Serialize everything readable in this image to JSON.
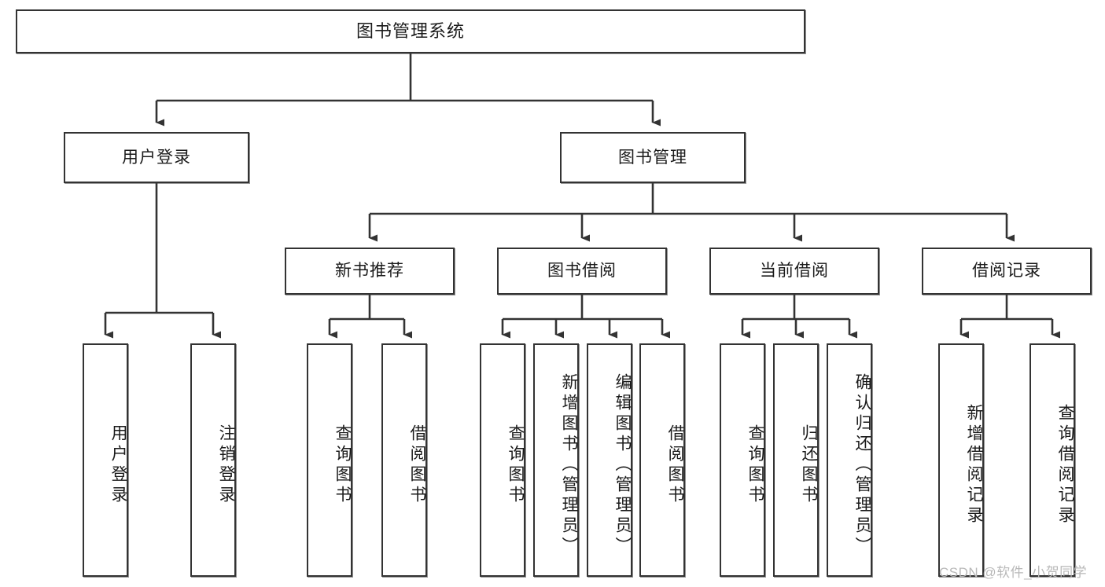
{
  "diagram": {
    "title": "图书管理系统",
    "watermark": "CSDN @软件_小贺同学",
    "line_color": "#333333",
    "box_fill": "#ffffff",
    "text_color": "#1a1a1a",
    "nodes": {
      "root": "图书管理系统",
      "user_login": "用户登录",
      "book_manage": "图书管理",
      "new_book_rec": "新书推荐",
      "book_borrow": "图书借阅",
      "current_borrow": "当前借阅",
      "borrow_record": "借阅记录",
      "leaf_user_login": "用户登录",
      "leaf_logout": "注销登录",
      "leaf_query_book_1": "查询图书",
      "leaf_borrow_book_1": "借阅图书",
      "leaf_query_book_2": "查询图书",
      "leaf_add_book_admin": "新增图书（管理员）",
      "leaf_edit_book_admin": "编辑图书（管理员）",
      "leaf_borrow_book_2": "借阅图书",
      "leaf_query_book_3": "查询图书",
      "leaf_return_book": "归还图书",
      "leaf_confirm_return_admin": "确认归还（管理员）",
      "leaf_add_record": "新增借阅记录",
      "leaf_query_record": "查询借阅记录"
    }
  }
}
